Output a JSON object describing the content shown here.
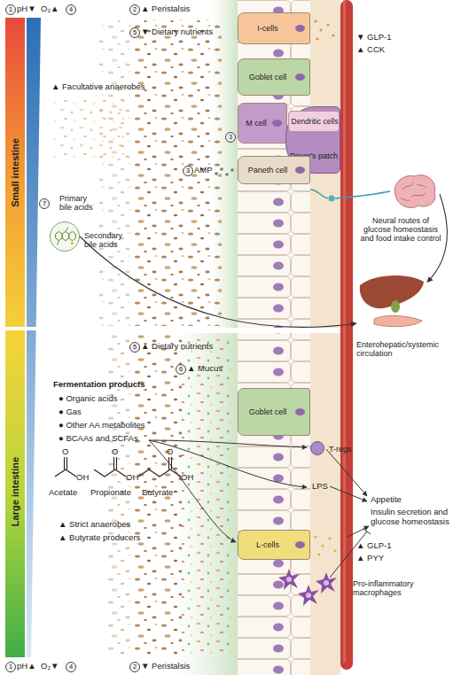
{
  "diagram": {
    "nodes": [
      {
        "text": [
          "I-cells"
        ]
      },
      {
        "text": [
          "Goblet cell"
        ]
      },
      {
        "text": [
          "M cell"
        ]
      },
      {
        "text": [
          "Peyer's patch"
        ]
      },
      {
        "text": [
          "Dendritic cells"
        ],
        "in": 3
      },
      {
        "text": [
          "Paneth cell"
        ]
      },
      {
        "text": [
          "Primary bile acids",
          "Secondary bile acids"
        ]
      },
      {
        "text": [
          "Neural routes of glucose homeostasis and food intake control"
        ]
      },
      {
        "text": [
          "Enterohepatic/systemic circulation"
        ]
      },
      {
        "text": [
          "Goblet cell"
        ]
      },
      {
        "text": [
          "T-regs"
        ]
      },
      {
        "text": [
          "L-cells"
        ]
      },
      {
        "text": [
          "Pro-inflammatory macrophages"
        ]
      }
    ],
    "edges": [
      {
        "from": 6,
        "to": 8,
        "arrow": "to"
      },
      {
        "from": 7,
        "to": 8,
        "arrow": "to"
      }
    ],
    "labels": [
      "1",
      "pH▼",
      "O₂▲",
      "4",
      "2",
      "▲ Peristalsis",
      "5",
      "▼ Dietary nutrients",
      "Small intestine",
      "▲ Facultative anaerobes",
      "▼ GLP-1",
      "▲ CCK",
      "3",
      "3",
      "AMP",
      "7",
      "Large intestine",
      "5",
      "▲ Dietary nutrients",
      "6",
      "▲ Mucus",
      "Fermentation products",
      "● Organic acids",
      "● Gas",
      "● Other AA metabolites",
      "● BCAAs and SCFAs",
      "O",
      "OH",
      "O",
      "OH",
      "O",
      "OH",
      "Acetate",
      "Propionate",
      "Butyrate",
      "▲ Strict anaerobes",
      "▲ Butyrate producers",
      "LPS",
      "Appetite",
      "Insulin secretion and glucose homeostasis",
      "▲ GLP-1",
      "▲ PYY",
      "1",
      "pH▲",
      "O₂▼",
      "4",
      "2",
      "▼ Peristalsis"
    ]
  }
}
